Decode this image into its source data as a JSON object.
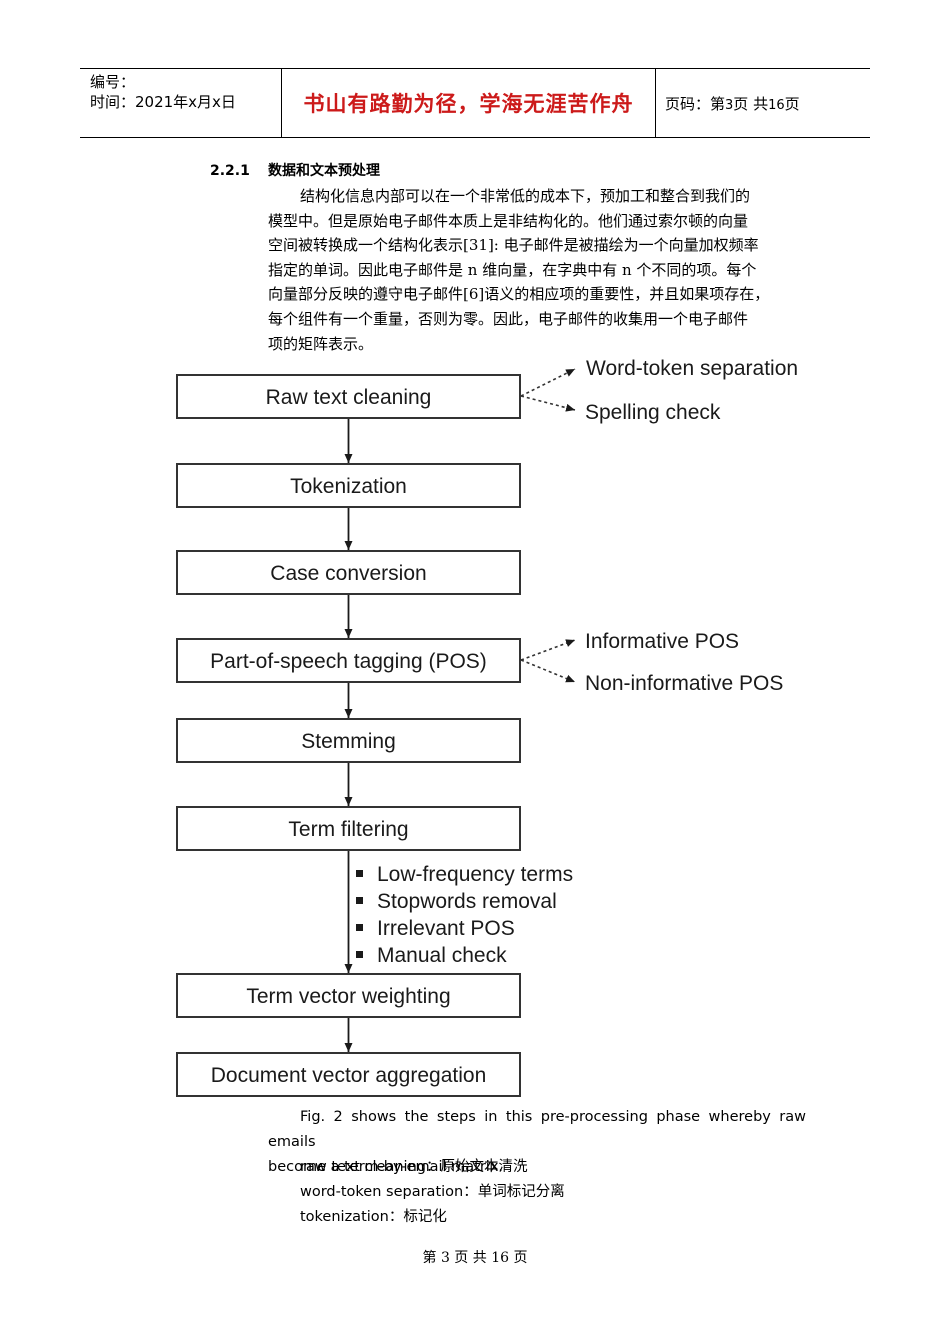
{
  "header": {
    "label_no": "编号：",
    "label_time": "时间：2021年x月x日",
    "motto": "书山有路勤为径，学海无涯苦作舟",
    "page_prefix": "页码：第",
    "page_current": "3",
    "page_mid": "页  共",
    "page_total": "16",
    "page_suffix": "页"
  },
  "section": {
    "number": "2.2.1",
    "title": "数据和文本预处理"
  },
  "paragraph_lines": [
    "结构化信息内部可以在一个非常低的成本下，预加工和整合到我们的",
    "模型中。但是原始电子邮件本质上是非结构化的。他们通过索尔顿的向量",
    "空间被转换成一个结构化表示[31]: 电子邮件是被描绘为一个向量加权频率",
    "指定的单词。因此电子邮件是 n 维向量，在字典中有 n 个不同的项。每个",
    "向量部分反映的遵守电子邮件[6]语义的相应项的重要性，并且如果项存在，",
    "每个组件有一个重量，否则为零。因此，电子邮件的收集用一个电子邮件",
    "项的矩阵表示。"
  ],
  "flowchart": {
    "steps": [
      "Raw text cleaning",
      "Tokenization",
      "Case conversion",
      "Part-of-speech tagging (POS)",
      "Stemming",
      "Term filtering",
      "Term vector weighting",
      "Document vector aggregation"
    ],
    "cleaning_branches": [
      "Word-token separation",
      "Spelling check"
    ],
    "pos_branches": [
      "Informative POS",
      "Non-informative POS"
    ],
    "filter_items": [
      "Low-frequency terms",
      "Stopwords removal",
      "Irrelevant POS",
      "Manual check"
    ]
  },
  "caption": {
    "line1": "Fig. 2 shows the steps in this pre-processing phase whereby raw emails",
    "line2": "become a term-by-email matrix."
  },
  "glossary": [
    "raw text cleaning：原始文本清洗",
    "word-token separation：单词标记分离",
    "tokenization：标记化"
  ],
  "footer": "第 3 页 共 16 页"
}
